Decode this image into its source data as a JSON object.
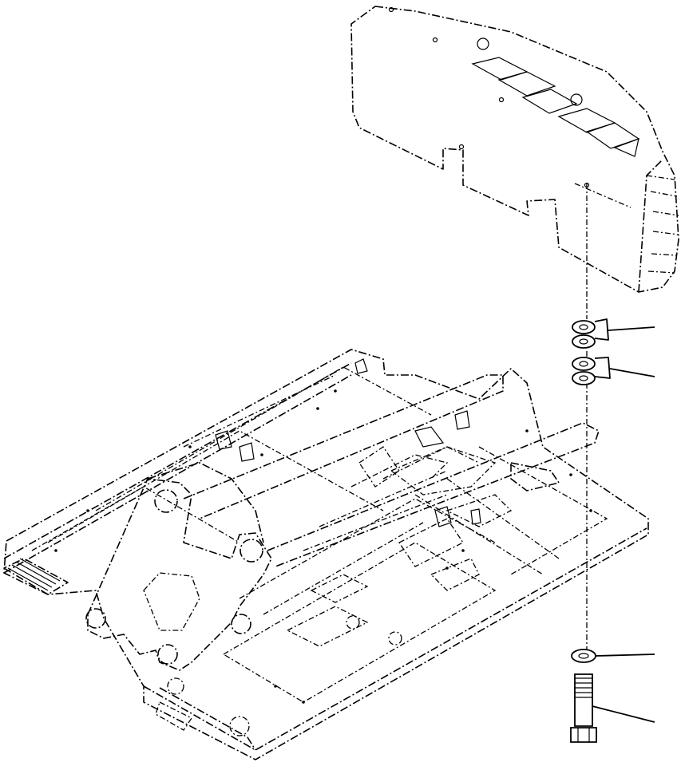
{
  "diagram": {
    "type": "exploded-parts-view",
    "colors": {
      "line": "#000000",
      "background": "#ffffff"
    },
    "callouts": [
      {
        "part": "washer"
      },
      {
        "part": "washer"
      },
      {
        "part": "washer"
      },
      {
        "part": "bolt"
      }
    ]
  }
}
